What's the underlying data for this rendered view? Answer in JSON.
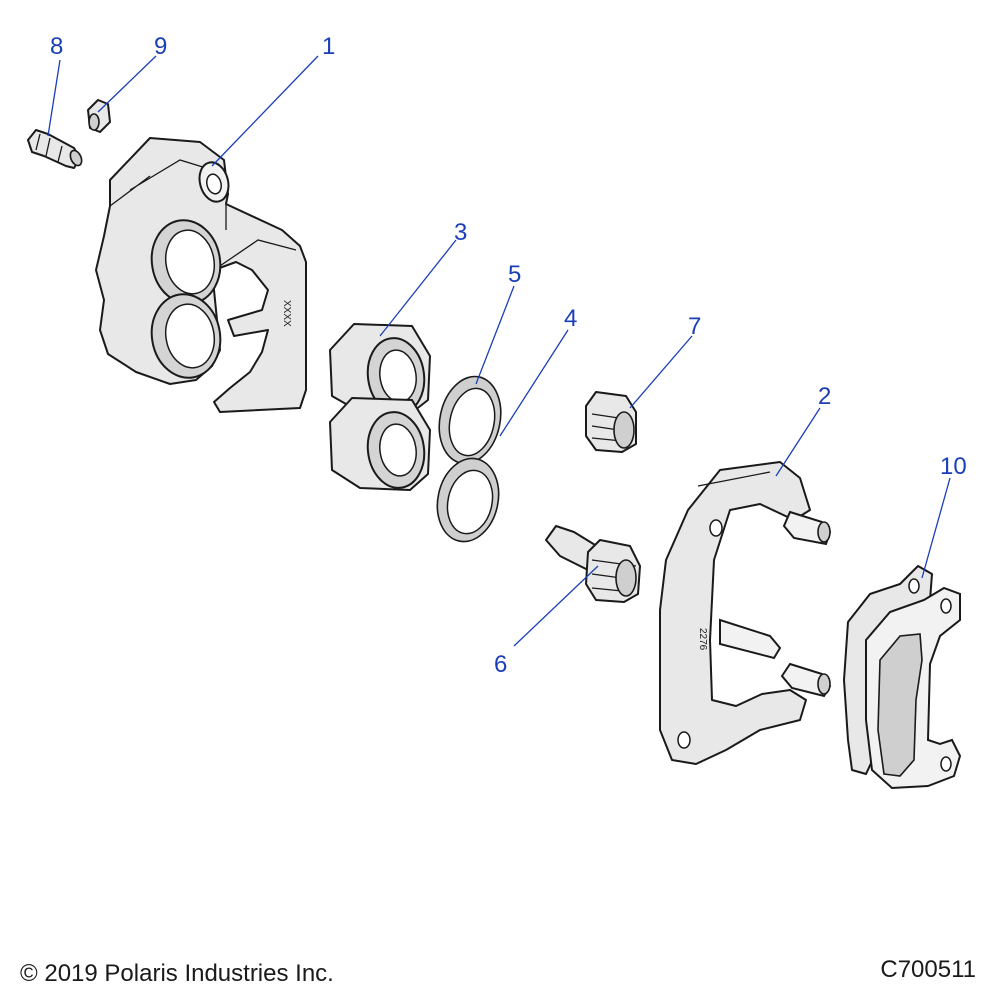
{
  "callouts": [
    {
      "id": "1",
      "label": "1"
    },
    {
      "id": "2",
      "label": "2"
    },
    {
      "id": "3",
      "label": "3"
    },
    {
      "id": "4",
      "label": "4"
    },
    {
      "id": "5",
      "label": "5"
    },
    {
      "id": "6",
      "label": "6"
    },
    {
      "id": "7",
      "label": "7"
    },
    {
      "id": "8",
      "label": "8"
    },
    {
      "id": "9",
      "label": "9"
    },
    {
      "id": "10",
      "label": "10"
    }
  ],
  "part_markings": {
    "caliper": "XXXX",
    "bracket": "2276"
  },
  "footer": {
    "copyright": "© 2019 Polaris Industries Inc.",
    "drawing_code": "C700511"
  },
  "colors": {
    "callout": "#1a3fb8",
    "line": "#1a1a1a",
    "part_fill": "#e8e8e8"
  }
}
